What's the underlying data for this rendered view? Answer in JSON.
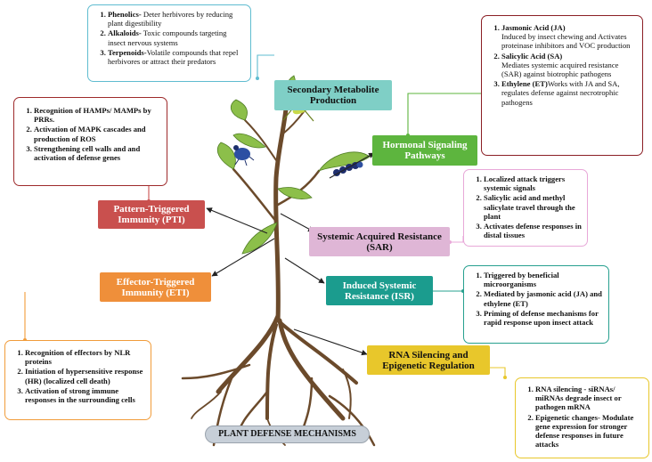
{
  "title": "PLANT DEFENSE MECHANISMS",
  "labels": {
    "secondary": "Secondary Metabolite Production",
    "hormonal": "Hormonal Signaling Pathways",
    "pti": "Pattern-Triggered Immunity (PTI)",
    "sar": "Systemic Acquired Resistance (SAR)",
    "eti": "Effector-Triggered Immunity (ETI)",
    "isr": "Induced Systemic Resistance (ISR)",
    "rna": "RNA Silencing and Epigenetic Regulation"
  },
  "boxes": {
    "secondary": [
      {
        "term": "Phenolics-",
        "text": " Deter herbivores by reducing plant digestibility"
      },
      {
        "term": "Alkaloids-",
        "text": " Toxic compounds targeting insect nervous systems"
      },
      {
        "term": "Terpenoids-",
        "text": "Volatile compounds that repel herbivores or attract their predators"
      }
    ],
    "hormonal": [
      {
        "term": "Jasmonic Acid (JA)",
        "text": "Induced by insect chewing and Activates proteinase inhibitors and VOC production"
      },
      {
        "term": "Salicylic Acid (SA)",
        "text": "Mediates systemic acquired resistance (SAR) against biotrophic pathogens"
      },
      {
        "term": "Ethylene (ET)",
        "text": "Works with JA and SA, regulates defense against necrotrophic pathogens"
      }
    ],
    "pti": [
      "Recognition of HAMPs/ MAMPs by PRRs.",
      "Activation of MAPK cascades and production of ROS",
      "Strengthening cell walls and and activation of defense genes"
    ],
    "sar": [
      "Localized attack triggers systemic signals",
      "Salicylic acid and methyl salicylate travel through the plant",
      "Activates defense responses in distal tissues"
    ],
    "isr": [
      "Triggered by beneficial microorganisms",
      "Mediated by jasmonic acid (JA) and ethylene (ET)",
      "Priming of defense mechanisms for rapid response upon insect attack"
    ],
    "eti": [
      "Recognition of effectors by NLR proteins",
      "Initiation of hypersensitive response (HR) (localized cell death)",
      "Activation of strong immune responses in the surrounding cells"
    ],
    "rna": [
      "RNA silencing - siRNAs/ miRNAs degrade insect or pathogen mRNA",
      "Epigenetic changes- Modulate gene expression for stronger defense responses in future attacks"
    ]
  },
  "colors": {
    "secondary": "#7fcfc6",
    "hormonal": "#5db53e",
    "pti": "#c9504e",
    "sar": "#dfb6d6",
    "eti": "#ef8f3a",
    "isr": "#1b9c8e",
    "rna": "#e8c72b",
    "box_secondary": "#5fbcd0",
    "box_hormonal": "#8b1f25",
    "box_pti": "#9e2a2b",
    "box_sar": "#e8a8d8",
    "box_isr": "#27a08f",
    "box_eti": "#f19c3a",
    "box_rna": "#e8c72b"
  }
}
